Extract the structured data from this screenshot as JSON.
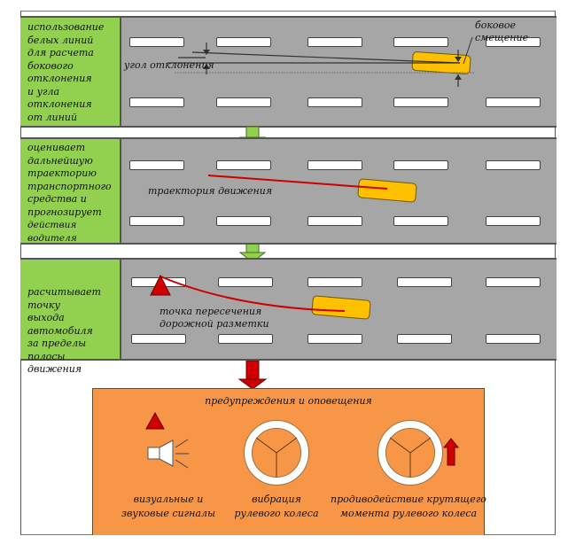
{
  "colors": {
    "stage_label_bg": "#92d050",
    "road": "#a6a6a6",
    "car": "#ffc000",
    "trajectory": "#cc0000",
    "warning_red": "#d00000",
    "output_bg": "#f79646",
    "flow_arrow_green": "#92d050",
    "flow_arrow_red": "#d00000"
  },
  "stages": [
    {
      "label": [
        "использование",
        "белых линий",
        "для расчета",
        "бокового",
        "отклонения",
        "и угла",
        "отклонения",
        "от линий"
      ],
      "annotations": {
        "lateral_offset": [
          "боковое",
          "смещение"
        ],
        "deviation_angle": "угол отклонения"
      }
    },
    {
      "label": [
        "оценивает",
        "дальнейшую",
        "траекторию",
        "транспортного",
        "средства и",
        "прогнозирует",
        "действия водителя"
      ],
      "annotations": {
        "trajectory": "траектория движения"
      }
    },
    {
      "label": [
        "расчитывает точку",
        "выхода автомобиля",
        "за пределы полосы",
        "движения"
      ],
      "annotations": {
        "crossing_point": [
          "точка пересечения",
          "дорожной разметки"
        ]
      }
    }
  ],
  "output": {
    "title": "предупреждения и оповещения",
    "items": [
      {
        "icon": "warning-speaker-icon",
        "caption": [
          "визуальные и",
          "звуковые сигналы"
        ]
      },
      {
        "icon": "steering-wheel-icon",
        "caption": [
          "вибрация",
          "рулевого колеса"
        ]
      },
      {
        "icon": "steering-wheel-torque-icon",
        "caption": [
          "продиводействие крутящего",
          "момента рулевого колеса"
        ]
      }
    ]
  }
}
